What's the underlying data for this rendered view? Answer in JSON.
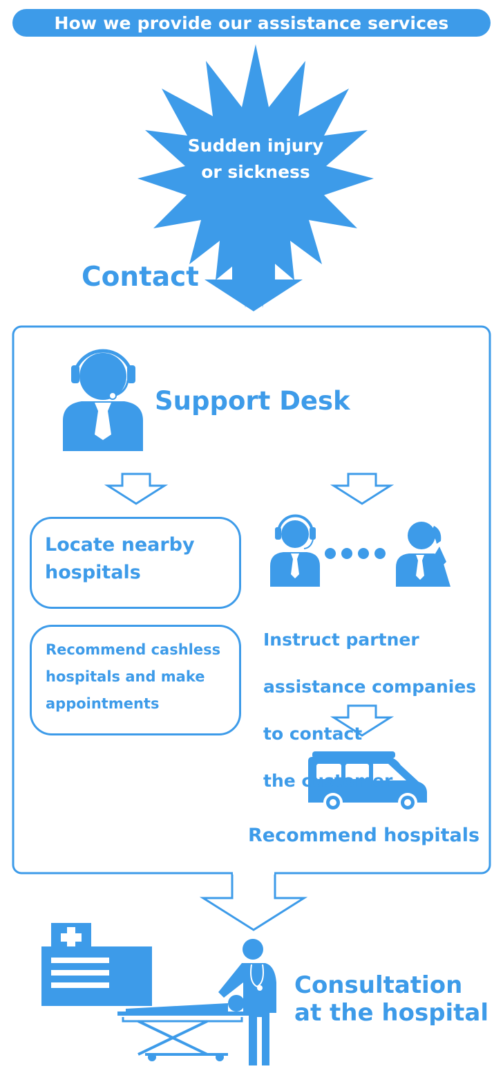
{
  "header": {
    "title": "How we provide our assistance services"
  },
  "emergency": {
    "line1": "Sudden injury",
    "line2": "or sickness"
  },
  "contact": {
    "label": "Contact"
  },
  "support_desk": {
    "title": "Support Desk"
  },
  "left_branch": {
    "locate": {
      "line1": "Locate nearby",
      "line2": "hospitals"
    },
    "recommend": {
      "line1": "Recommend cashless",
      "line2": "hospitals and make",
      "line3": "appointments"
    }
  },
  "right_branch": {
    "instruct": {
      "line1": "Instruct partner",
      "line2": "assistance companies",
      "line3": "to contact",
      "line4": "the customer"
    },
    "recommend_hospitals": "Recommend hospitals"
  },
  "consultation": {
    "line1": "Consultation",
    "line2": "at the hospital"
  },
  "colors": {
    "primary": "#3d9be9",
    "background": "#ffffff"
  }
}
